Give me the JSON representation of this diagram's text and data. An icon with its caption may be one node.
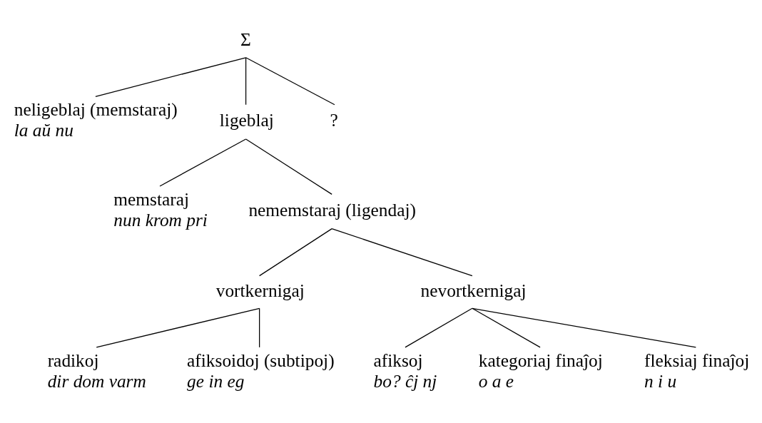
{
  "diagram": {
    "nodes": [
      {
        "text": [
          "Σ"
        ]
      },
      {
        "text": [
          "neligeblaj (memstaraj)",
          "la aŭ nu"
        ]
      },
      {
        "text": [
          "ligeblaj"
        ]
      },
      {
        "text": [
          "?"
        ]
      },
      {
        "text": [
          "memstaraj",
          "nun krom pri"
        ]
      },
      {
        "text": [
          "nememstaraj (ligendaj)"
        ]
      },
      {
        "text": [
          "vortkernigaj"
        ]
      },
      {
        "text": [
          "nevortkernigaj"
        ]
      },
      {
        "text": [
          "radikoj",
          "dir dom varm"
        ]
      },
      {
        "text": [
          "afiksoidoj (subtipoj)",
          "ge in eg"
        ]
      },
      {
        "text": [
          "afiksoj",
          "bo? ĉj nj"
        ]
      },
      {
        "text": [
          "kategoriaj finaĵoj",
          "o a e"
        ]
      },
      {
        "text": [
          "fleksiaj finaĵoj",
          "n i u"
        ]
      }
    ],
    "edges": [
      {
        "from": 0,
        "to": 1,
        "arrow": "none"
      },
      {
        "from": 0,
        "to": 2,
        "arrow": "none"
      },
      {
        "from": 0,
        "to": 3,
        "arrow": "none"
      },
      {
        "from": 2,
        "to": 4,
        "arrow": "none"
      },
      {
        "from": 2,
        "to": 5,
        "arrow": "none"
      },
      {
        "from": 5,
        "to": 6,
        "arrow": "none"
      },
      {
        "from": 5,
        "to": 7,
        "arrow": "none"
      },
      {
        "from": 6,
        "to": 8,
        "arrow": "none"
      },
      {
        "from": 6,
        "to": 9,
        "arrow": "none"
      },
      {
        "from": 7,
        "to": 10,
        "arrow": "none"
      },
      {
        "from": 7,
        "to": 11,
        "arrow": "none"
      },
      {
        "from": 7,
        "to": 12,
        "arrow": "none"
      }
    ]
  }
}
